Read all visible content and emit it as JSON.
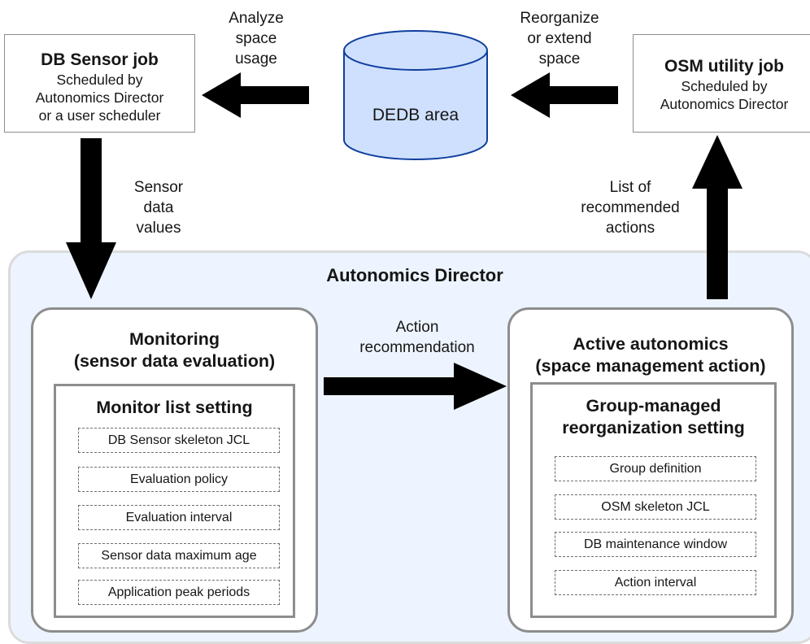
{
  "db_sensor_job": {
    "title": "DB Sensor job",
    "lines": [
      "Scheduled by",
      "Autonomics Director",
      "or a user scheduler"
    ]
  },
  "osm_utility_job": {
    "title": "OSM utility job",
    "lines": [
      "Scheduled by",
      "Autonomics Director"
    ]
  },
  "dedb_area": {
    "label": "DEDB area"
  },
  "labels": {
    "analyze": [
      "Analyze",
      "space",
      "usage"
    ],
    "reorganize": [
      "Reorganize",
      "or extend",
      "space"
    ],
    "sensor_values": [
      "Sensor",
      "data",
      "values"
    ],
    "recommended": [
      "List of",
      "recommended",
      "actions"
    ],
    "action_rec": [
      "Action",
      "recommendation"
    ]
  },
  "autonomics_director": {
    "title": "Autonomics Director"
  },
  "monitoring": {
    "title_lines": [
      "Monitoring",
      "(sensor data evaluation)"
    ],
    "setting_title": "Monitor list setting",
    "items": [
      "DB Sensor skeleton JCL",
      "Evaluation policy",
      "Evaluation interval",
      "Sensor data maximum age",
      "Application peak periods"
    ]
  },
  "active": {
    "title_lines": [
      "Active autonomics",
      "(space management action)"
    ],
    "setting_title_lines": [
      "Group-managed",
      "reorganization setting"
    ],
    "items": [
      "Group definition",
      "OSM skeleton JCL",
      "DB maintenance window",
      "Action interval"
    ]
  },
  "colors": {
    "arrow": "#000000",
    "cylinder_fill": "#cfe0ff",
    "cylinder_stroke": "#0f3f9e",
    "outer_fill": "#edf4ff",
    "border_gray": "#8d8d8d"
  }
}
